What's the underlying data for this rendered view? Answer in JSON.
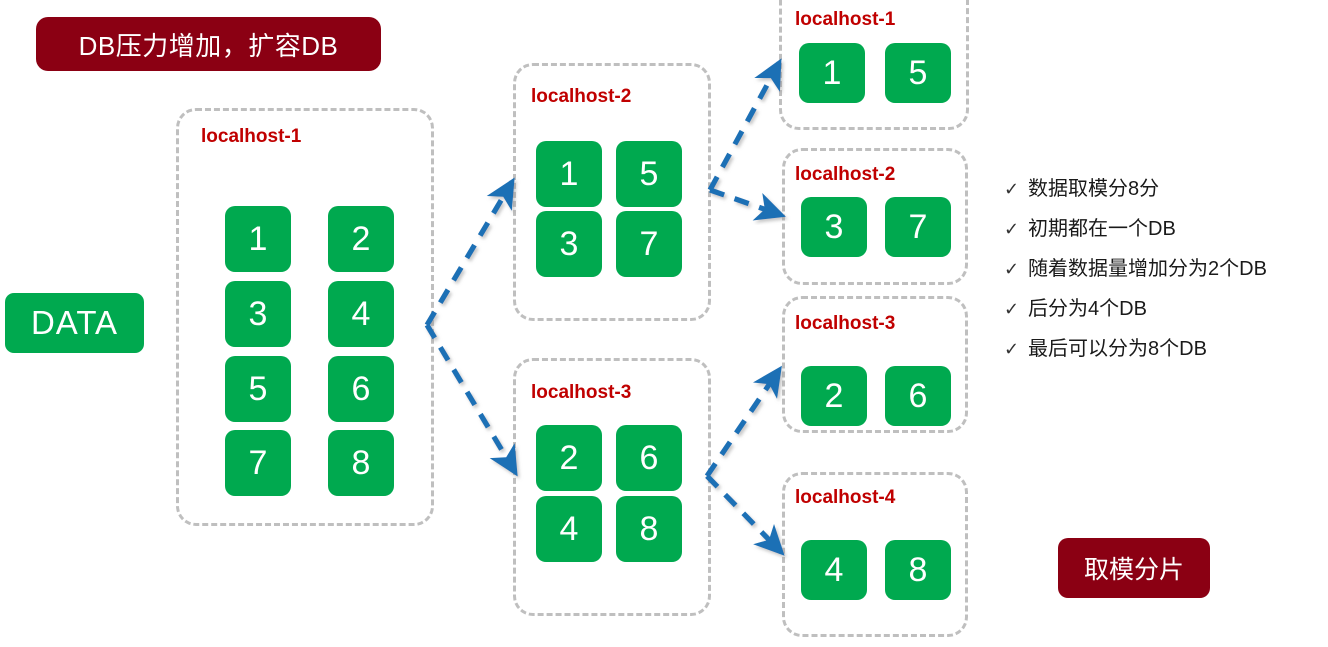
{
  "banner": {
    "title": "DB压力增加，扩容DB",
    "badge": "取模分片",
    "banner_color": "#8B0013",
    "badge_color": "#8B0013"
  },
  "source": {
    "label": "DATA",
    "color": "#00A94F"
  },
  "colors": {
    "tile_green": "#00A94F",
    "host_label_red": "#C00000",
    "dashed_gray": "#BFBFBF",
    "arrow_blue": "#1F6FB5",
    "solid_arrow_blue": "#1F6FB5"
  },
  "stages": [
    {
      "stage_name": "single-db",
      "groups": [
        {
          "id": "stage1-localhost-1",
          "label": "localhost-1",
          "tiles": [
            "1",
            "2",
            "3",
            "4",
            "5",
            "6",
            "7",
            "8"
          ],
          "columns": 2
        }
      ]
    },
    {
      "stage_name": "two-db",
      "groups": [
        {
          "id": "stage2-localhost-2",
          "label": "localhost-2",
          "tiles": [
            "1",
            "5",
            "3",
            "7"
          ],
          "columns": 2
        },
        {
          "id": "stage2-localhost-3",
          "label": "localhost-3",
          "tiles": [
            "2",
            "6",
            "4",
            "8"
          ],
          "columns": 2
        }
      ]
    },
    {
      "stage_name": "four-db",
      "groups": [
        {
          "id": "stage3-localhost-1",
          "label": "localhost-1",
          "tiles": [
            "1",
            "5"
          ],
          "columns": 2
        },
        {
          "id": "stage3-localhost-2",
          "label": "localhost-2",
          "tiles": [
            "3",
            "7"
          ],
          "columns": 2
        },
        {
          "id": "stage3-localhost-3",
          "label": "localhost-3",
          "tiles": [
            "2",
            "6"
          ],
          "columns": 2
        },
        {
          "id": "stage3-localhost-4",
          "label": "localhost-4",
          "tiles": [
            "4",
            "8"
          ],
          "columns": 2
        }
      ]
    }
  ],
  "notes": {
    "bullet_marker": "✓",
    "items": [
      "数据取模分8分",
      "初期都在一个DB",
      "随着数据量增加分为2个DB",
      "后分为4个DB",
      "最后可以分为8个DB"
    ]
  }
}
